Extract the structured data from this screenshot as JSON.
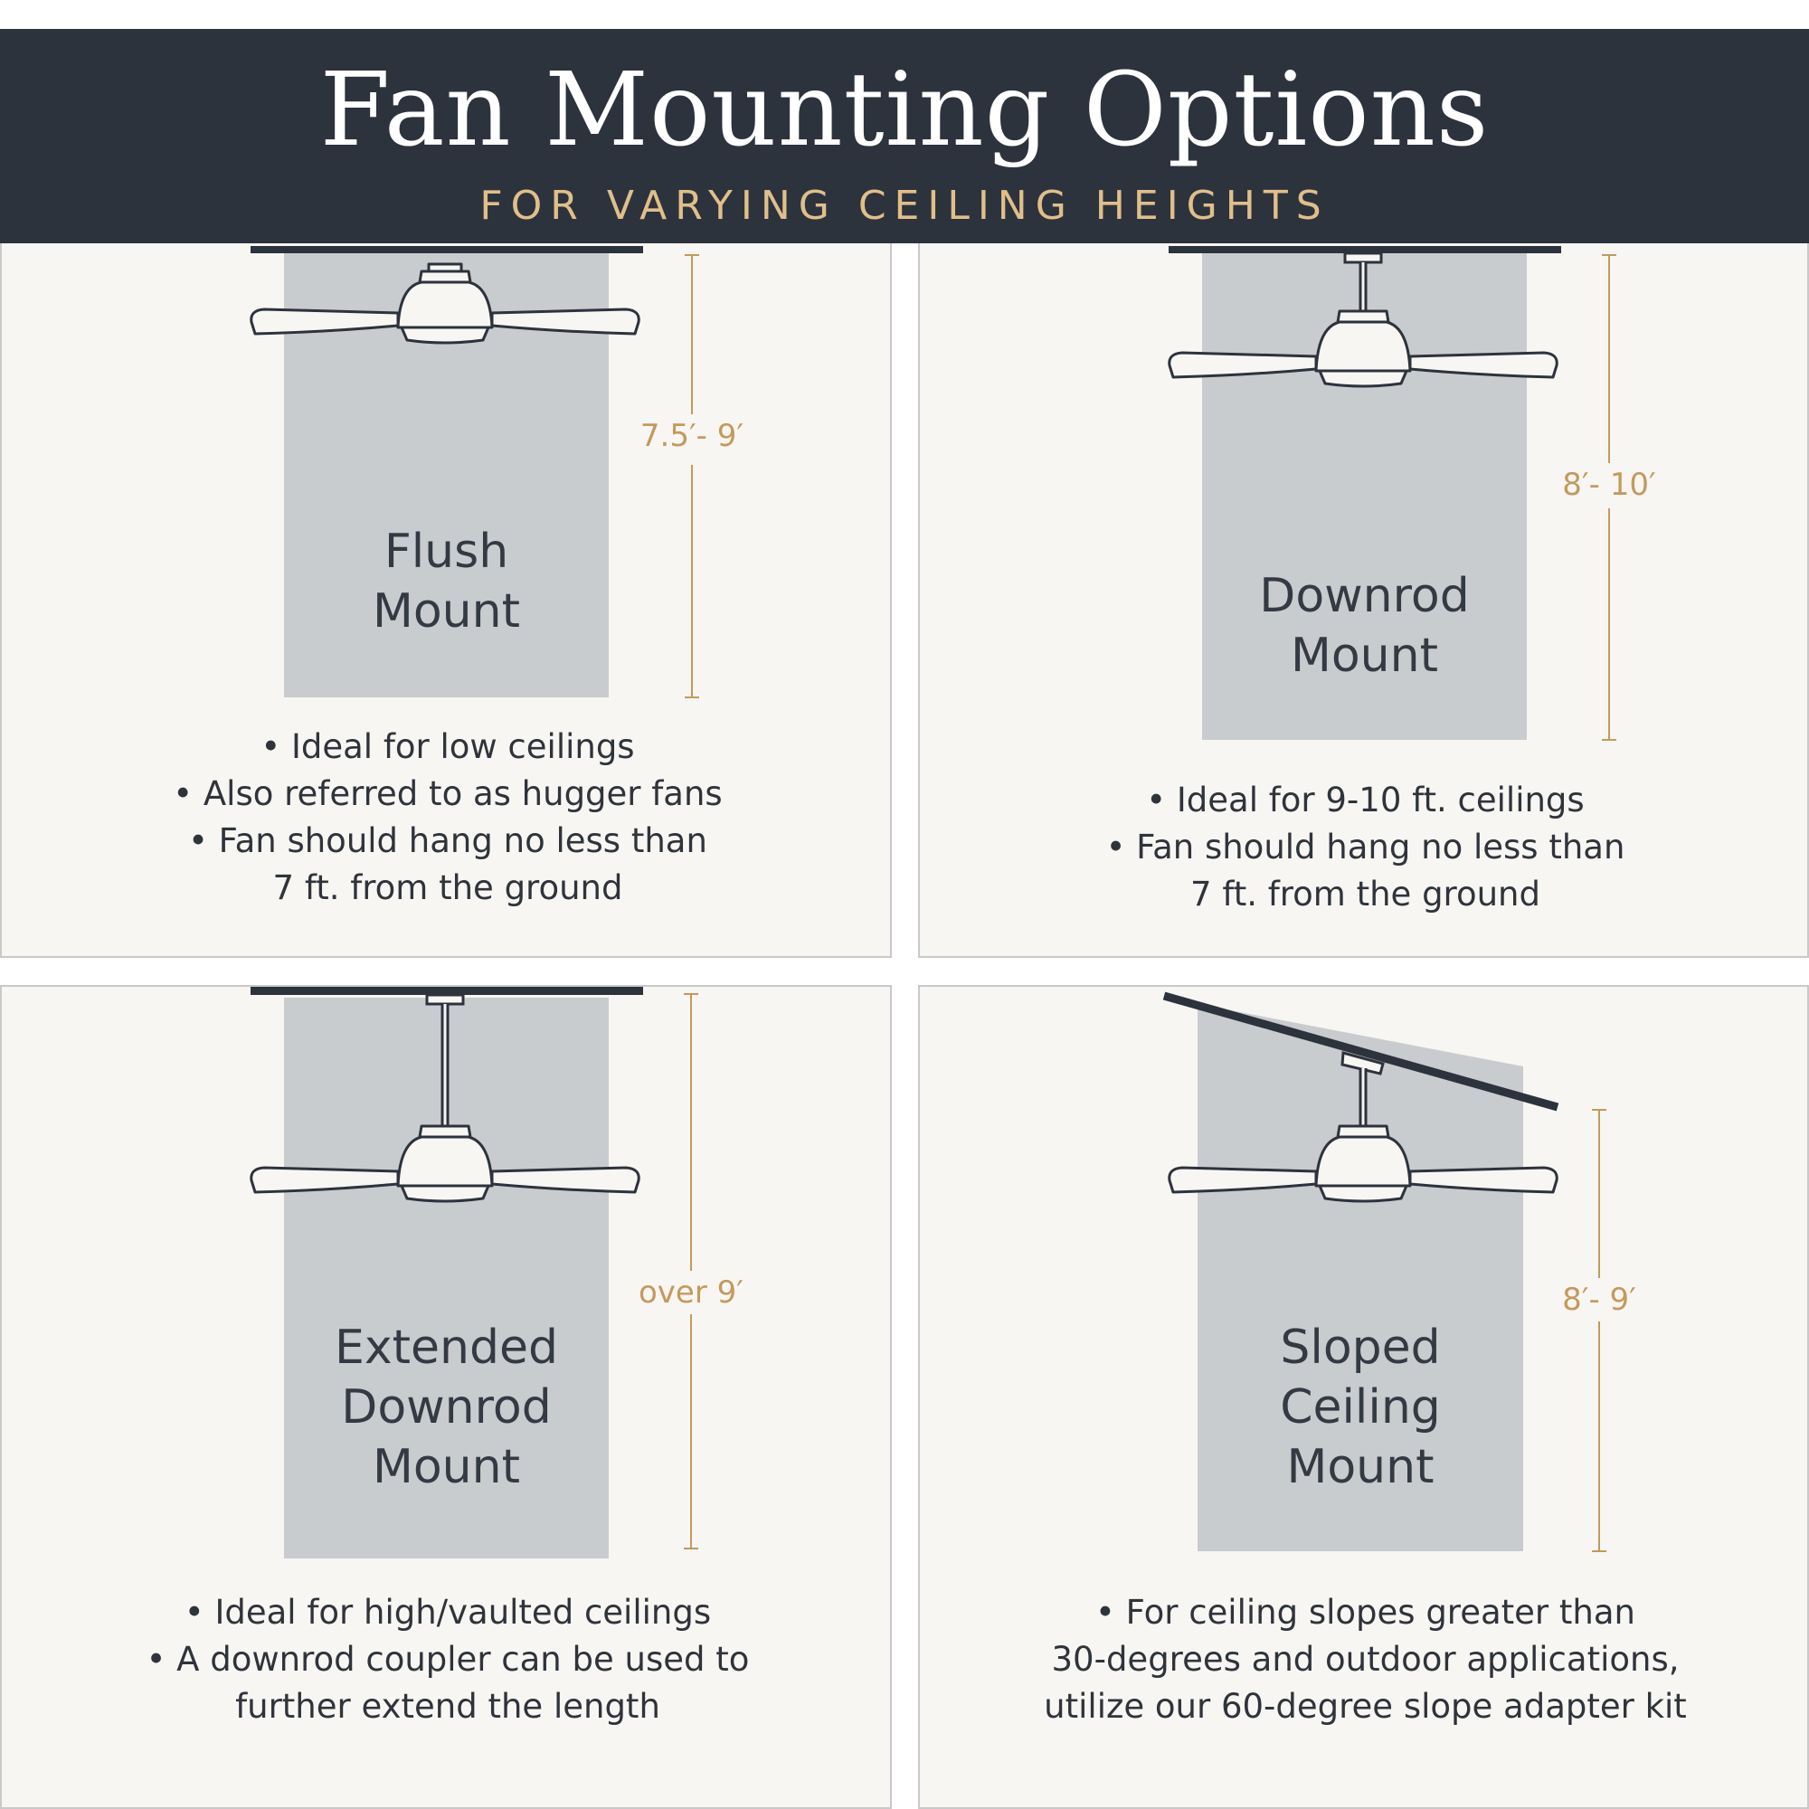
{
  "header": {
    "title": "Fan Mounting Options",
    "subtitle": "FOR VARYING CEILING HEIGHTS"
  },
  "colors": {
    "header_bg": "#2d333d",
    "title": "#ffffff",
    "subtitle": "#e0bf8a",
    "panel_bg": "#f8f6f3",
    "column": "#c9ccce",
    "ceiling": "#2d333d",
    "dimension": "#c39a5d",
    "text": "#2f343b"
  },
  "panels": [
    {
      "id": "flush",
      "label_lines": [
        "Flush",
        "Mount"
      ],
      "height_label": "7.5′- 9′",
      "bullets": [
        "• Ideal for low ceilings",
        "• Also referred to as hugger fans",
        "• Fan should hang no less than",
        "7 ft. from the ground"
      ]
    },
    {
      "id": "downrod",
      "label_lines": [
        "Downrod",
        "Mount"
      ],
      "height_label": "8′- 10′",
      "bullets": [
        "• Ideal for 9-10 ft. ceilings",
        "• Fan should hang no less than",
        "7 ft. from the ground"
      ]
    },
    {
      "id": "extended",
      "label_lines": [
        "Extended",
        "Downrod",
        "Mount"
      ],
      "height_label": "over 9′",
      "bullets": [
        "• Ideal for high/vaulted ceilings",
        "• A downrod coupler can be used to",
        "further extend the length"
      ]
    },
    {
      "id": "sloped",
      "label_lines": [
        "Sloped",
        "Ceiling",
        "Mount"
      ],
      "height_label": "8′- 9′",
      "bullets": [
        "• For ceiling slopes greater than",
        "30-degrees and outdoor applications,",
        "utilize our 60-degree slope adapter kit"
      ]
    }
  ]
}
